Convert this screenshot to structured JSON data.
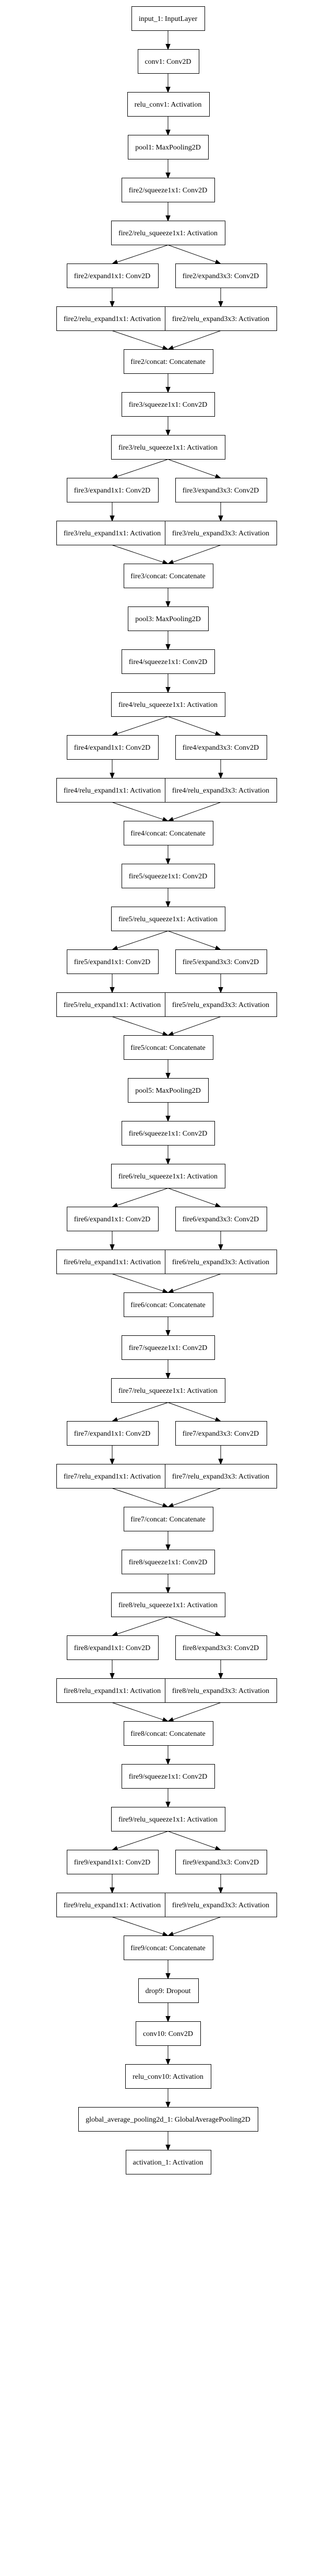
{
  "diagram": {
    "type": "layer-graph",
    "nodes": [
      {
        "id": "input_1",
        "label": "input_1: InputLayer"
      },
      {
        "id": "conv1",
        "label": "conv1: Conv2D"
      },
      {
        "id": "relu_conv1",
        "label": "relu_conv1: Activation"
      },
      {
        "id": "pool1",
        "label": "pool1: MaxPooling2D"
      },
      {
        "id": "fire2_squeeze1x1",
        "label": "fire2/squeeze1x1: Conv2D"
      },
      {
        "id": "fire2_relu_squeeze1x1",
        "label": "fire2/relu_squeeze1x1: Activation"
      },
      {
        "id": "fire2_expand1x1",
        "label": "fire2/expand1x1: Conv2D"
      },
      {
        "id": "fire2_expand3x3",
        "label": "fire2/expand3x3: Conv2D"
      },
      {
        "id": "fire2_relu_expand1x1",
        "label": "fire2/relu_expand1x1: Activation"
      },
      {
        "id": "fire2_relu_expand3x3",
        "label": "fire2/relu_expand3x3: Activation"
      },
      {
        "id": "fire2_concat",
        "label": "fire2/concat: Concatenate"
      },
      {
        "id": "fire3_squeeze1x1",
        "label": "fire3/squeeze1x1: Conv2D"
      },
      {
        "id": "fire3_relu_squeeze1x1",
        "label": "fire3/relu_squeeze1x1: Activation"
      },
      {
        "id": "fire3_expand1x1",
        "label": "fire3/expand1x1: Conv2D"
      },
      {
        "id": "fire3_expand3x3",
        "label": "fire3/expand3x3: Conv2D"
      },
      {
        "id": "fire3_relu_expand1x1",
        "label": "fire3/relu_expand1x1: Activation"
      },
      {
        "id": "fire3_relu_expand3x3",
        "label": "fire3/relu_expand3x3: Activation"
      },
      {
        "id": "fire3_concat",
        "label": "fire3/concat: Concatenate"
      },
      {
        "id": "pool3",
        "label": "pool3: MaxPooling2D"
      },
      {
        "id": "fire4_squeeze1x1",
        "label": "fire4/squeeze1x1: Conv2D"
      },
      {
        "id": "fire4_relu_squeeze1x1",
        "label": "fire4/relu_squeeze1x1: Activation"
      },
      {
        "id": "fire4_expand1x1",
        "label": "fire4/expand1x1: Conv2D"
      },
      {
        "id": "fire4_expand3x3",
        "label": "fire4/expand3x3: Conv2D"
      },
      {
        "id": "fire4_relu_expand1x1",
        "label": "fire4/relu_expand1x1: Activation"
      },
      {
        "id": "fire4_relu_expand3x3",
        "label": "fire4/relu_expand3x3: Activation"
      },
      {
        "id": "fire4_concat",
        "label": "fire4/concat: Concatenate"
      },
      {
        "id": "fire5_squeeze1x1",
        "label": "fire5/squeeze1x1: Conv2D"
      },
      {
        "id": "fire5_relu_squeeze1x1",
        "label": "fire5/relu_squeeze1x1: Activation"
      },
      {
        "id": "fire5_expand1x1",
        "label": "fire5/expand1x1: Conv2D"
      },
      {
        "id": "fire5_expand3x3",
        "label": "fire5/expand3x3: Conv2D"
      },
      {
        "id": "fire5_relu_expand1x1",
        "label": "fire5/relu_expand1x1: Activation"
      },
      {
        "id": "fire5_relu_expand3x3",
        "label": "fire5/relu_expand3x3: Activation"
      },
      {
        "id": "fire5_concat",
        "label": "fire5/concat: Concatenate"
      },
      {
        "id": "pool5",
        "label": "pool5: MaxPooling2D"
      },
      {
        "id": "fire6_squeeze1x1",
        "label": "fire6/squeeze1x1: Conv2D"
      },
      {
        "id": "fire6_relu_squeeze1x1",
        "label": "fire6/relu_squeeze1x1: Activation"
      },
      {
        "id": "fire6_expand1x1",
        "label": "fire6/expand1x1: Conv2D"
      },
      {
        "id": "fire6_expand3x3",
        "label": "fire6/expand3x3: Conv2D"
      },
      {
        "id": "fire6_relu_expand1x1",
        "label": "fire6/relu_expand1x1: Activation"
      },
      {
        "id": "fire6_relu_expand3x3",
        "label": "fire6/relu_expand3x3: Activation"
      },
      {
        "id": "fire6_concat",
        "label": "fire6/concat: Concatenate"
      },
      {
        "id": "fire7_squeeze1x1",
        "label": "fire7/squeeze1x1: Conv2D"
      },
      {
        "id": "fire7_relu_squeeze1x1",
        "label": "fire7/relu_squeeze1x1: Activation"
      },
      {
        "id": "fire7_expand1x1",
        "label": "fire7/expand1x1: Conv2D"
      },
      {
        "id": "fire7_expand3x3",
        "label": "fire7/expand3x3: Conv2D"
      },
      {
        "id": "fire7_relu_expand1x1",
        "label": "fire7/relu_expand1x1: Activation"
      },
      {
        "id": "fire7_relu_expand3x3",
        "label": "fire7/relu_expand3x3: Activation"
      },
      {
        "id": "fire7_concat",
        "label": "fire7/concat: Concatenate"
      },
      {
        "id": "fire8_squeeze1x1",
        "label": "fire8/squeeze1x1: Conv2D"
      },
      {
        "id": "fire8_relu_squeeze1x1",
        "label": "fire8/relu_squeeze1x1: Activation"
      },
      {
        "id": "fire8_expand1x1",
        "label": "fire8/expand1x1: Conv2D"
      },
      {
        "id": "fire8_expand3x3",
        "label": "fire8/expand3x3: Conv2D"
      },
      {
        "id": "fire8_relu_expand1x1",
        "label": "fire8/relu_expand1x1: Activation"
      },
      {
        "id": "fire8_relu_expand3x3",
        "label": "fire8/relu_expand3x3: Activation"
      },
      {
        "id": "fire8_concat",
        "label": "fire8/concat: Concatenate"
      },
      {
        "id": "fire9_squeeze1x1",
        "label": "fire9/squeeze1x1: Conv2D"
      },
      {
        "id": "fire9_relu_squeeze1x1",
        "label": "fire9/relu_squeeze1x1: Activation"
      },
      {
        "id": "fire9_expand1x1",
        "label": "fire9/expand1x1: Conv2D"
      },
      {
        "id": "fire9_expand3x3",
        "label": "fire9/expand3x3: Conv2D"
      },
      {
        "id": "fire9_relu_expand1x1",
        "label": "fire9/relu_expand1x1: Activation"
      },
      {
        "id": "fire9_relu_expand3x3",
        "label": "fire9/relu_expand3x3: Activation"
      },
      {
        "id": "fire9_concat",
        "label": "fire9/concat: Concatenate"
      },
      {
        "id": "drop9",
        "label": "drop9: Dropout"
      },
      {
        "id": "conv10",
        "label": "conv10: Conv2D"
      },
      {
        "id": "relu_conv10",
        "label": "relu_conv10: Activation"
      },
      {
        "id": "global_average_pooling2d_1",
        "label": "global_average_pooling2d_1: GlobalAveragePooling2D"
      },
      {
        "id": "activation_1",
        "label": "activation_1: Activation"
      }
    ],
    "edges": [
      [
        "input_1",
        "conv1"
      ],
      [
        "conv1",
        "relu_conv1"
      ],
      [
        "relu_conv1",
        "pool1"
      ],
      [
        "pool1",
        "fire2_squeeze1x1"
      ],
      [
        "fire2_squeeze1x1",
        "fire2_relu_squeeze1x1"
      ],
      [
        "fire2_relu_squeeze1x1",
        "fire2_expand1x1"
      ],
      [
        "fire2_relu_squeeze1x1",
        "fire2_expand3x3"
      ],
      [
        "fire2_expand1x1",
        "fire2_relu_expand1x1"
      ],
      [
        "fire2_expand3x3",
        "fire2_relu_expand3x3"
      ],
      [
        "fire2_relu_expand1x1",
        "fire2_concat"
      ],
      [
        "fire2_relu_expand3x3",
        "fire2_concat"
      ],
      [
        "fire2_concat",
        "fire3_squeeze1x1"
      ],
      [
        "fire3_squeeze1x1",
        "fire3_relu_squeeze1x1"
      ],
      [
        "fire3_relu_squeeze1x1",
        "fire3_expand1x1"
      ],
      [
        "fire3_relu_squeeze1x1",
        "fire3_expand3x3"
      ],
      [
        "fire3_expand1x1",
        "fire3_relu_expand1x1"
      ],
      [
        "fire3_expand3x3",
        "fire3_relu_expand3x3"
      ],
      [
        "fire3_relu_expand1x1",
        "fire3_concat"
      ],
      [
        "fire3_relu_expand3x3",
        "fire3_concat"
      ],
      [
        "fire3_concat",
        "pool3"
      ],
      [
        "pool3",
        "fire4_squeeze1x1"
      ],
      [
        "fire4_squeeze1x1",
        "fire4_relu_squeeze1x1"
      ],
      [
        "fire4_relu_squeeze1x1",
        "fire4_expand1x1"
      ],
      [
        "fire4_relu_squeeze1x1",
        "fire4_expand3x3"
      ],
      [
        "fire4_expand1x1",
        "fire4_relu_expand1x1"
      ],
      [
        "fire4_expand3x3",
        "fire4_relu_expand3x3"
      ],
      [
        "fire4_relu_expand1x1",
        "fire4_concat"
      ],
      [
        "fire4_relu_expand3x3",
        "fire4_concat"
      ],
      [
        "fire4_concat",
        "fire5_squeeze1x1"
      ],
      [
        "fire5_squeeze1x1",
        "fire5_relu_squeeze1x1"
      ],
      [
        "fire5_relu_squeeze1x1",
        "fire5_expand1x1"
      ],
      [
        "fire5_relu_squeeze1x1",
        "fire5_expand3x3"
      ],
      [
        "fire5_expand1x1",
        "fire5_relu_expand1x1"
      ],
      [
        "fire5_expand3x3",
        "fire5_relu_expand3x3"
      ],
      [
        "fire5_relu_expand1x1",
        "fire5_concat"
      ],
      [
        "fire5_relu_expand3x3",
        "fire5_concat"
      ],
      [
        "fire5_concat",
        "pool5"
      ],
      [
        "pool5",
        "fire6_squeeze1x1"
      ],
      [
        "fire6_squeeze1x1",
        "fire6_relu_squeeze1x1"
      ],
      [
        "fire6_relu_squeeze1x1",
        "fire6_expand1x1"
      ],
      [
        "fire6_relu_squeeze1x1",
        "fire6_expand3x3"
      ],
      [
        "fire6_expand1x1",
        "fire6_relu_expand1x1"
      ],
      [
        "fire6_expand3x3",
        "fire6_relu_expand3x3"
      ],
      [
        "fire6_relu_expand1x1",
        "fire6_concat"
      ],
      [
        "fire6_relu_expand3x3",
        "fire6_concat"
      ],
      [
        "fire6_concat",
        "fire7_squeeze1x1"
      ],
      [
        "fire7_squeeze1x1",
        "fire7_relu_squeeze1x1"
      ],
      [
        "fire7_relu_squeeze1x1",
        "fire7_expand1x1"
      ],
      [
        "fire7_relu_squeeze1x1",
        "fire7_expand3x3"
      ],
      [
        "fire7_expand1x1",
        "fire7_relu_expand1x1"
      ],
      [
        "fire7_expand3x3",
        "fire7_relu_expand3x3"
      ],
      [
        "fire7_relu_expand1x1",
        "fire7_concat"
      ],
      [
        "fire7_relu_expand3x3",
        "fire7_concat"
      ],
      [
        "fire7_concat",
        "fire8_squeeze1x1"
      ],
      [
        "fire8_squeeze1x1",
        "fire8_relu_squeeze1x1"
      ],
      [
        "fire8_relu_squeeze1x1",
        "fire8_expand1x1"
      ],
      [
        "fire8_relu_squeeze1x1",
        "fire8_expand3x3"
      ],
      [
        "fire8_expand1x1",
        "fire8_relu_expand1x1"
      ],
      [
        "fire8_expand3x3",
        "fire8_relu_expand3x3"
      ],
      [
        "fire8_relu_expand1x1",
        "fire8_concat"
      ],
      [
        "fire8_relu_expand3x3",
        "fire8_concat"
      ],
      [
        "fire8_concat",
        "fire9_squeeze1x1"
      ],
      [
        "fire9_squeeze1x1",
        "fire9_relu_squeeze1x1"
      ],
      [
        "fire9_relu_squeeze1x1",
        "fire9_expand1x1"
      ],
      [
        "fire9_relu_squeeze1x1",
        "fire9_expand3x3"
      ],
      [
        "fire9_expand1x1",
        "fire9_relu_expand1x1"
      ],
      [
        "fire9_expand3x3",
        "fire9_relu_expand3x3"
      ],
      [
        "fire9_relu_expand1x1",
        "fire9_concat"
      ],
      [
        "fire9_relu_expand3x3",
        "fire9_concat"
      ],
      [
        "fire9_concat",
        "drop9"
      ],
      [
        "drop9",
        "conv10"
      ],
      [
        "conv10",
        "relu_conv10"
      ],
      [
        "relu_conv10",
        "global_average_pooling2d_1"
      ],
      [
        "global_average_pooling2d_1",
        "activation_1"
      ]
    ]
  }
}
